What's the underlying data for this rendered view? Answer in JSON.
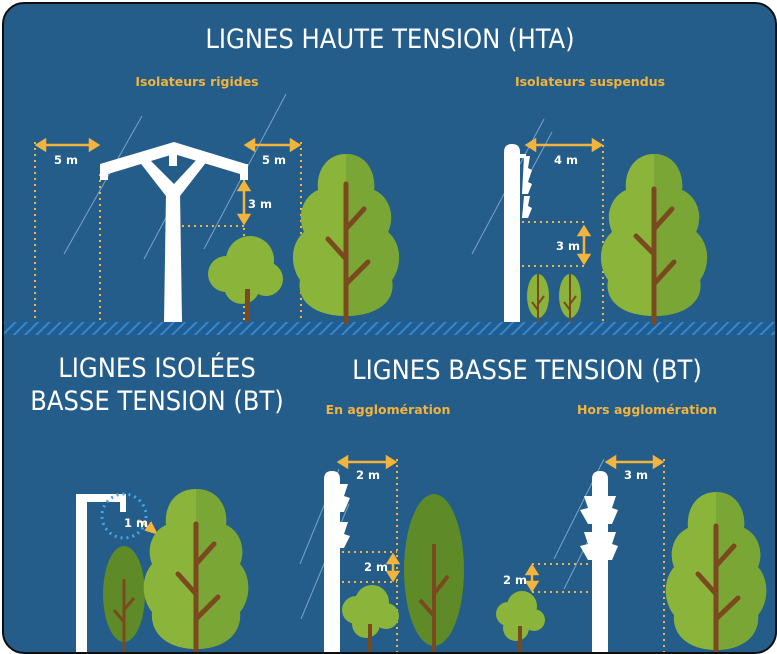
{
  "hta": {
    "title": "LIGNES HAUTE TENSION (HTA)",
    "rigid_label": "Isolateurs rigides",
    "suspended_label": "Isolateurs suspendus",
    "rigid_dist_left": "5 m",
    "rigid_dist_right": "5 m",
    "rigid_height": "3 m",
    "suspended_dist": "4 m",
    "suspended_height": "3 m"
  },
  "bt_isolees": {
    "title_line1": "LIGNES ISOLÉES",
    "title_line2": "BASSE TENSION (BT)",
    "dist": "1 m"
  },
  "bt": {
    "title": "LIGNES BASSE TENSION (BT)",
    "urban_label": "En agglomération",
    "rural_label": "Hors agglomération",
    "urban_dist": "2 m",
    "urban_height": "2 m",
    "rural_dist": "3 m",
    "rural_height": "2 m"
  },
  "colors": {
    "background": "#245c8a",
    "accent": "#f2b43c",
    "tree_light": "#8ab43a",
    "tree_dark": "#5e8a28",
    "trunk": "#7a4a1e",
    "pole": "#ffffff"
  }
}
